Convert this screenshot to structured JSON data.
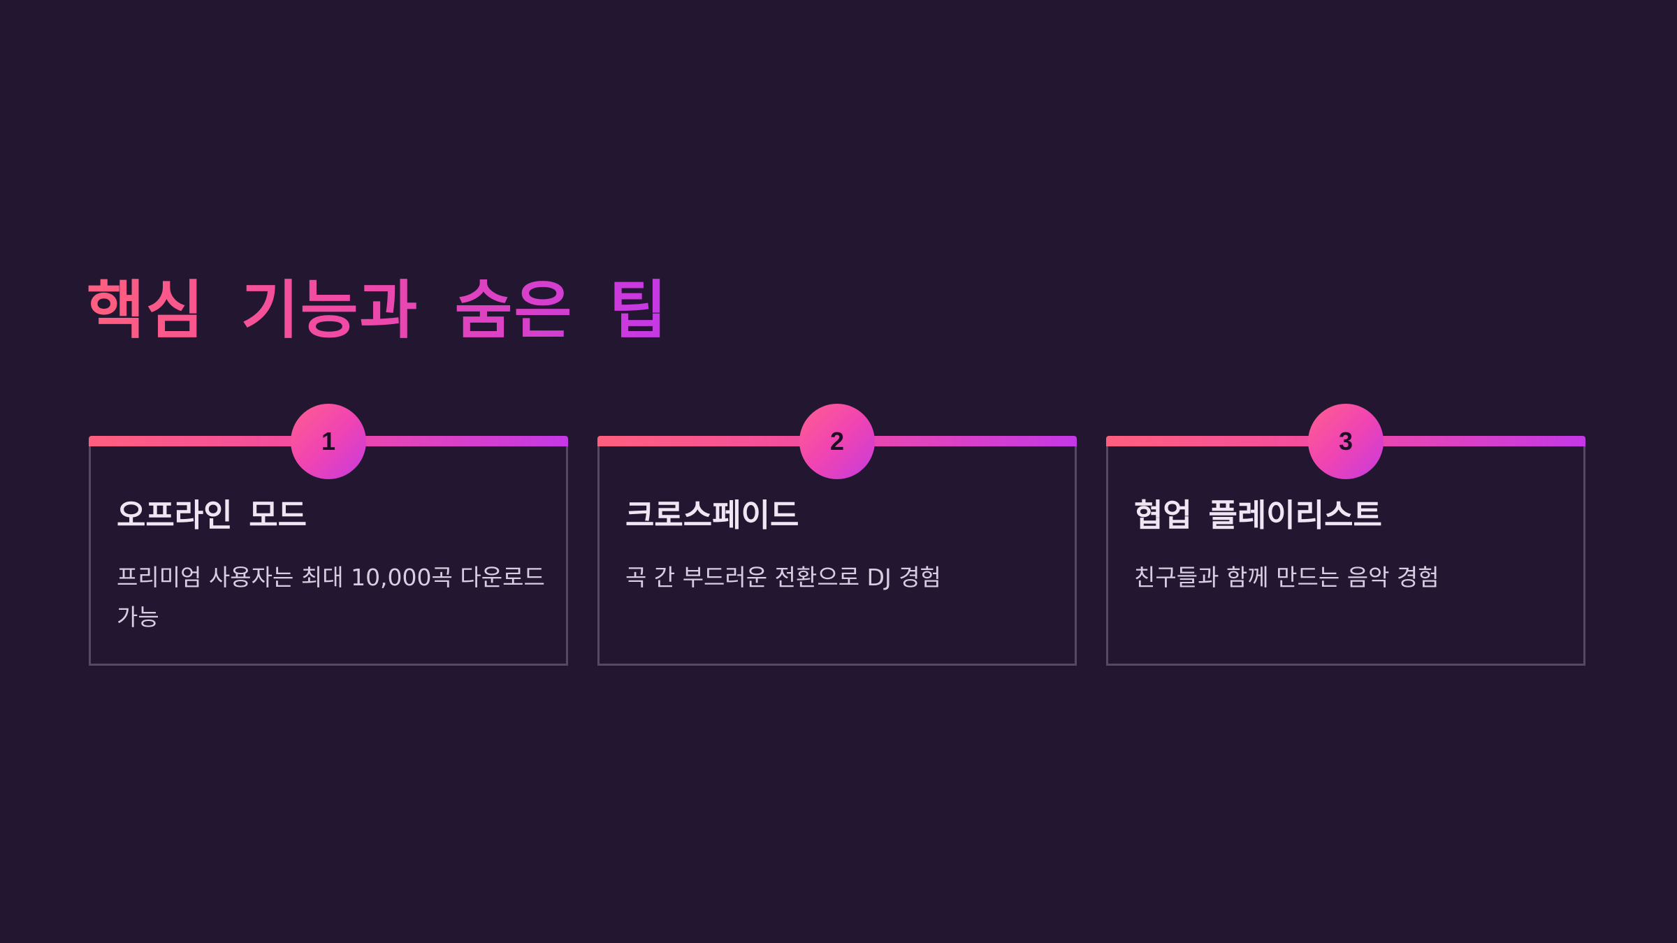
{
  "slide": {
    "title": "핵심 기능과 숨은 팁"
  },
  "colors": {
    "background": "#221631",
    "gradient_start": "#ff5f7e",
    "gradient_end": "#c438e6",
    "card_border": "#564a63"
  },
  "cards": [
    {
      "number": "1",
      "title": "오프라인 모드",
      "description": "프리미엄 사용자는 최대 10,000곡 다운로드 가능"
    },
    {
      "number": "2",
      "title": "크로스페이드",
      "description": "곡 간 부드러운 전환으로 DJ 경험"
    },
    {
      "number": "3",
      "title": "협업 플레이리스트",
      "description": "친구들과 함께 만드는 음악 경험"
    }
  ]
}
